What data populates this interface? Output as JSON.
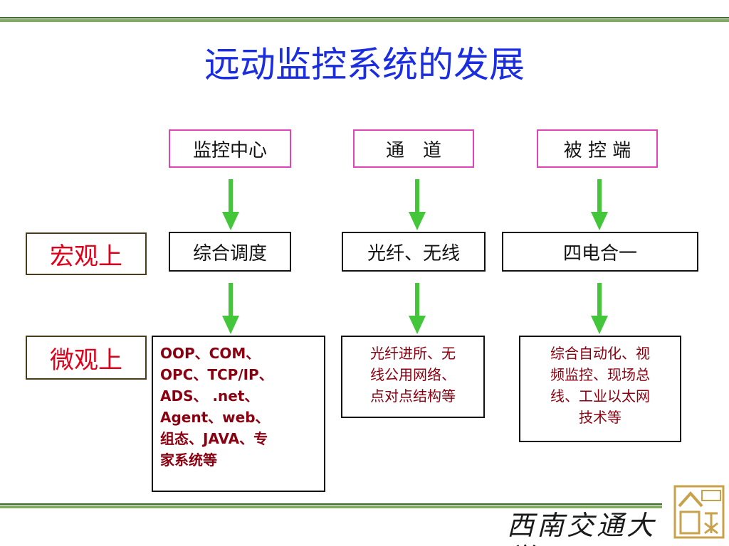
{
  "title": "远动监控系统的发展",
  "headers": [
    "监控中心",
    "通　道",
    "被 控 端"
  ],
  "rows": [
    {
      "label": "宏观上",
      "cells": [
        "综合调度",
        "光纤、无线",
        "四电合一"
      ]
    },
    {
      "label": "微观上",
      "cells": [
        [
          "OOP、COM、",
          "OPC、TCP/IP、",
          "ADS、 .net、",
          "Agent、web、",
          "组态、JAVA、专",
          "家系统等"
        ],
        [
          "光纤进所、无",
          "线公用网络、",
          "点对点结构等"
        ],
        [
          "综合自动化、视",
          "频监控、现场总",
          "线、工业以太网",
          "技术等"
        ]
      ]
    }
  ],
  "brand": "西南交通大学",
  "colors": {
    "title": "#1a2de0",
    "arrow": "#43c63a",
    "label": "#e0001a",
    "detail": "#8a0010",
    "header_border": "#e045b8"
  },
  "logo_icon": "university-emblem-icon"
}
